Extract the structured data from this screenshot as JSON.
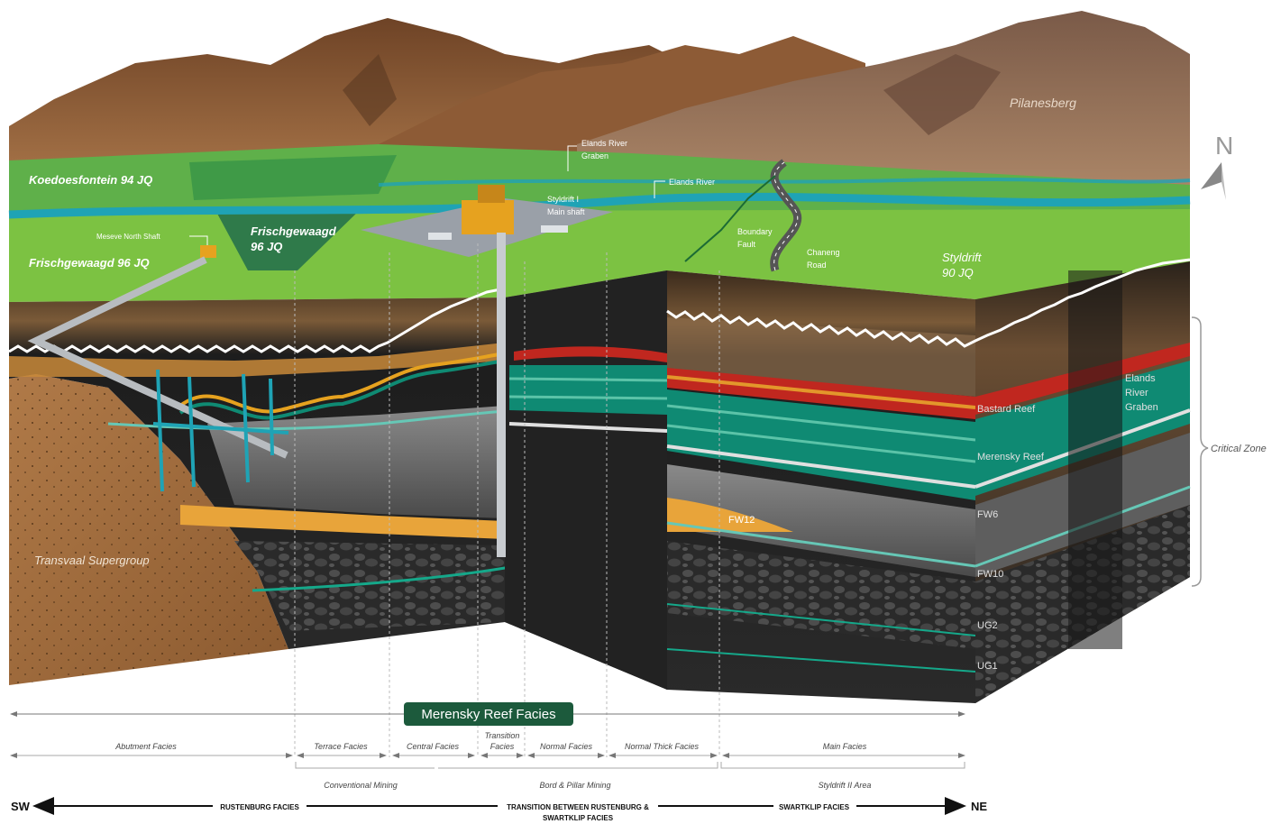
{
  "surface_labels": {
    "pilanesberg": "Pilanesberg",
    "koedoesfontein": "Koedoesfontein 94 JQ",
    "frischgewaagd_a": "Frischgewaagd",
    "frischgewaagd_a2": "96 JQ",
    "frischgewaagd_b": "Frischgewaagd 96 JQ",
    "styldrift_farm_1": "Styldrift",
    "styldrift_farm_2": "90 JQ",
    "transvaal": "Transvaal Supergroup",
    "north": "N"
  },
  "callouts": {
    "graben_1": "Elands River",
    "graben_2": "Graben",
    "elands_river": "Elands River",
    "styldrift_shaft_1": "Styldrift I",
    "styldrift_shaft_2": "Main shaft",
    "meseve_shaft": "Meseve North Shaft",
    "boundary_1": "Boundary",
    "boundary_2": "Fault",
    "chaneng_1": "Chaneng",
    "chaneng_2": "Road",
    "graben_side_1": "Elands",
    "graben_side_2": "River",
    "graben_side_3": "Graben"
  },
  "strata": {
    "bastard_reef": "Bastard Reef",
    "merensky_reef": "Merensky Reef",
    "fw6": "FW6",
    "fw10": "FW10",
    "fw12": "FW12",
    "ug2": "UG2",
    "ug1": "UG1",
    "critical_zone": "Critical Zone"
  },
  "facies": {
    "banner": "Merensky Reef Facies",
    "abutment": "Abutment Facies",
    "terrace": "Terrace Facies",
    "central": "Central Facies",
    "transition_1": "Transition",
    "transition_2": "Facies",
    "normal": "Normal Facies",
    "normal_thick": "Normal Thick Facies",
    "main": "Main Facies",
    "conventional": "Conventional Mining",
    "bord_pillar": "Bord & Pillar Mining",
    "styldrift_ii": "Styldrift II Area"
  },
  "direction": {
    "sw": "SW",
    "ne": "NE",
    "rustenburg": "RUSTENBURG FACIES",
    "transition_1": "TRANSITION BETWEEN RUSTENBURG &",
    "transition_2": "SWARTKLIP FACIES",
    "swartklip": "SWARTKLIP FACIES"
  },
  "colors": {
    "sky": "#ffffff",
    "mountain_dark": "#5a3a22",
    "mountain_mid": "#8a5a36",
    "mountain_light": "#a06c45",
    "grass": "#7cc242",
    "grass_dark": "#3f9a47",
    "river": "#1fa3b5",
    "rock_black": "#1b1b1b",
    "rock_grey": "#6d6d6d",
    "teal": "#0f8a73",
    "orange": "#e3972b",
    "red": "#c0271f",
    "sand": "#a8713f",
    "banner": "#1c5a3c"
  }
}
